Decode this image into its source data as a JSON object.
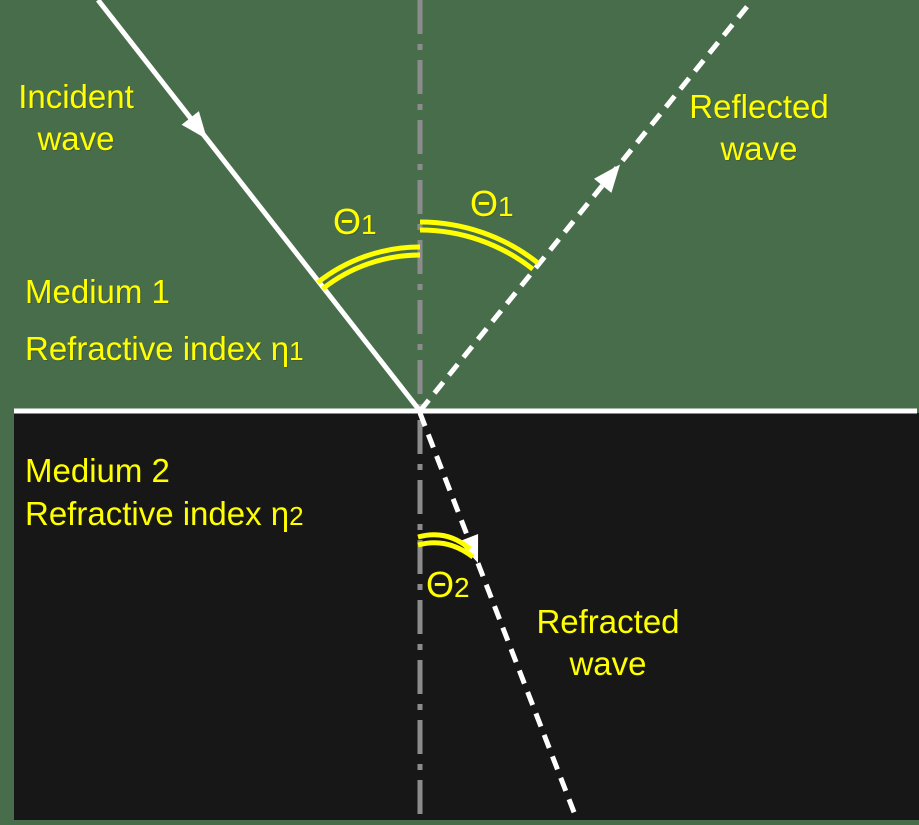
{
  "labels": {
    "incident_wave": {
      "line1": "Incident",
      "line2": "wave"
    },
    "reflected_wave": {
      "line1": "Reflected",
      "line2": "wave"
    },
    "refracted_wave": {
      "line1": "Refracted",
      "line2": "wave"
    },
    "medium1": {
      "name": "Medium 1",
      "index_text": "Refractive index η",
      "index_digit": "1"
    },
    "medium2": {
      "name": "Medium 2",
      "index_text": "Refractive index η",
      "index_digit": "2"
    },
    "angle_incident": {
      "symbol": "Θ",
      "digit": "1"
    },
    "angle_reflected": {
      "symbol": "Θ",
      "digit": "1"
    },
    "angle_refracted": {
      "symbol": "Θ",
      "digit": "2"
    }
  },
  "colors": {
    "medium1_green": "#486D4B",
    "medium2_black": "#171717",
    "label_yellow": "#FFFF00",
    "ray_white": "#FFFFFF",
    "normal_gray": "#8C8C8C"
  }
}
